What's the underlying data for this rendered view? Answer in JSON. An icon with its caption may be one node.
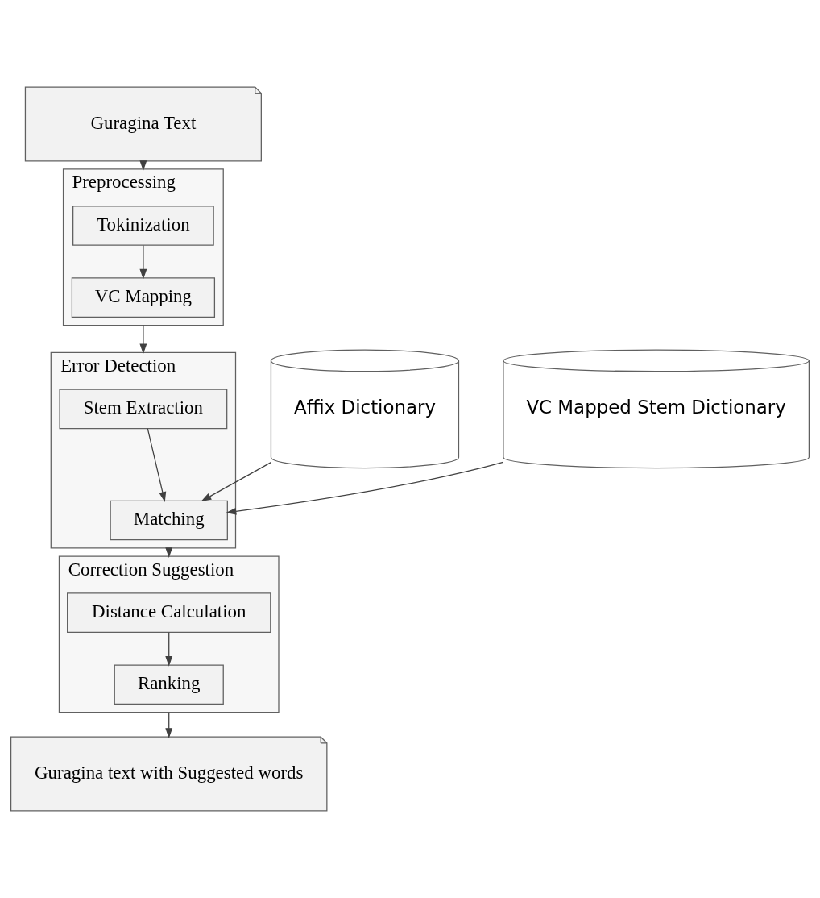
{
  "diagram": {
    "nodes": [
      {
        "text": [
          "Guragina Text"
        ]
      },
      {
        "text": [
          "Preprocessing"
        ]
      },
      {
        "text": [
          "Tokinization"
        ],
        "in": 1
      },
      {
        "text": [
          "VC Mapping"
        ],
        "in": 1
      },
      {
        "text": [
          "Error Detection"
        ]
      },
      {
        "text": [
          "Stem Extraction"
        ],
        "in": 4
      },
      {
        "text": [
          "Matching"
        ],
        "in": 4
      },
      {
        "text": [
          "Affix Dictionary"
        ]
      },
      {
        "text": [
          "VC Mapped Stem Dictionary"
        ]
      },
      {
        "text": [
          "Correction Suggestion"
        ]
      },
      {
        "text": [
          "Distance Calculation"
        ],
        "in": 9
      },
      {
        "text": [
          "Ranking"
        ],
        "in": 9
      },
      {
        "text": [
          "Guragina text with Suggested words"
        ]
      }
    ],
    "edges": [
      {
        "from": 0,
        "to": 1,
        "arrow": "to"
      },
      {
        "from": 2,
        "to": 3,
        "arrow": "to"
      },
      {
        "from": 1,
        "to": 4,
        "arrow": "to"
      },
      {
        "from": 5,
        "to": 6,
        "arrow": "to"
      },
      {
        "from": 7,
        "to": 6,
        "arrow": "to"
      },
      {
        "from": 8,
        "to": 6,
        "arrow": "to"
      },
      {
        "from": 4,
        "to": 9,
        "arrow": "to"
      },
      {
        "from": 10,
        "to": 11,
        "arrow": "to"
      },
      {
        "from": 9,
        "to": 12,
        "arrow": "to"
      }
    ]
  }
}
